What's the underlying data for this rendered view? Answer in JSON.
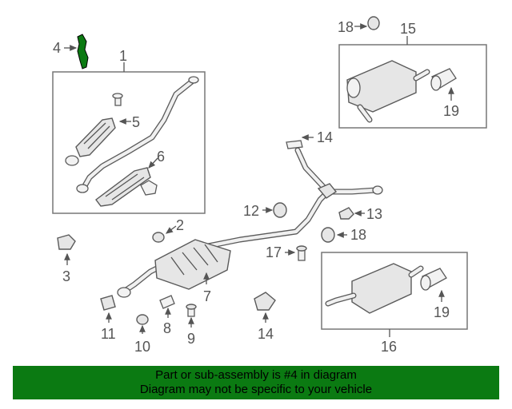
{
  "diagram": {
    "callouts": {
      "c1": "1",
      "c2": "2",
      "c3": "3",
      "c4": "4",
      "c5": "5",
      "c6": "6",
      "c7": "7",
      "c8": "8",
      "c9": "9",
      "c10": "10",
      "c11": "11",
      "c12": "12",
      "c13": "13",
      "c14a": "14",
      "c14b": "14",
      "c15": "15",
      "c16": "16",
      "c17": "17",
      "c18a": "18",
      "c18b": "18",
      "c19a": "19",
      "c19b": "19"
    },
    "highlight_color": "#0b7a12"
  },
  "banner": {
    "line1": "Part or sub-assembly is #4 in diagram",
    "line2": "Diagram may not be specific to your vehicle"
  }
}
